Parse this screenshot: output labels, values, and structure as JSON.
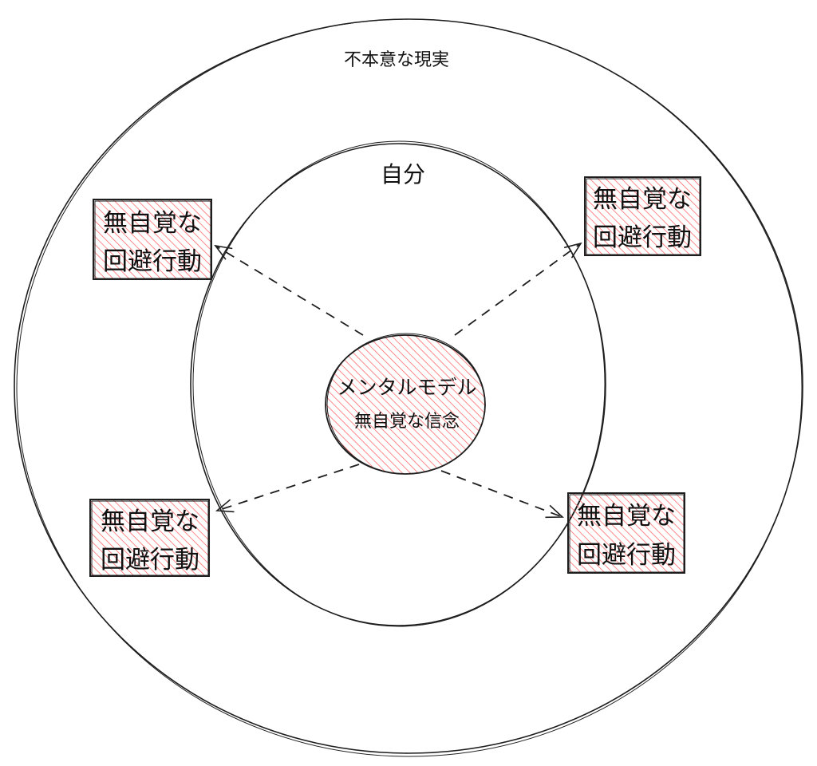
{
  "outer_label": "不本意な現実",
  "inner_label": "自分",
  "center": {
    "line1": "メンタルモデル",
    "line2": "無自覚な信念"
  },
  "boxes": [
    {
      "line1": "無自覚な",
      "line2": "回避行動"
    },
    {
      "line1": "無自覚な",
      "line2": "回避行動"
    },
    {
      "line1": "無自覚な",
      "line2": "回避行動"
    },
    {
      "line1": "無自覚な",
      "line2": "回避行動"
    }
  ],
  "colors": {
    "stroke": "#1e1e1e",
    "hatch": "#e03131"
  }
}
